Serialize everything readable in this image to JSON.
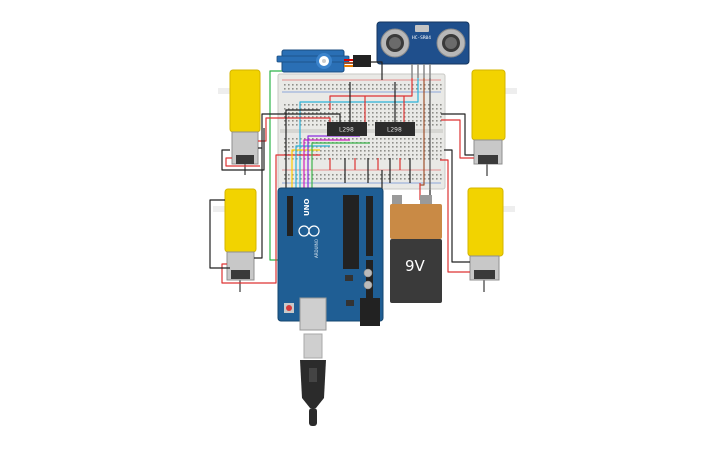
{
  "driver_chips": [
    {
      "label": "L298"
    },
    {
      "label": "L298"
    }
  ],
  "battery": {
    "label": "9V"
  },
  "ultrasonic": {
    "label": "HC-SR04"
  },
  "arduino": {
    "model": "UNO",
    "brand": "ARDUINO"
  },
  "colors": {
    "motor_body": "#f2d300",
    "board_blue": "#1f5e94",
    "breadboard": "#e9e9e6",
    "wire_red": "#e02020",
    "wire_black": "#222222",
    "battery_top": "#c98a45",
    "battery_body": "#3a3a3a"
  }
}
